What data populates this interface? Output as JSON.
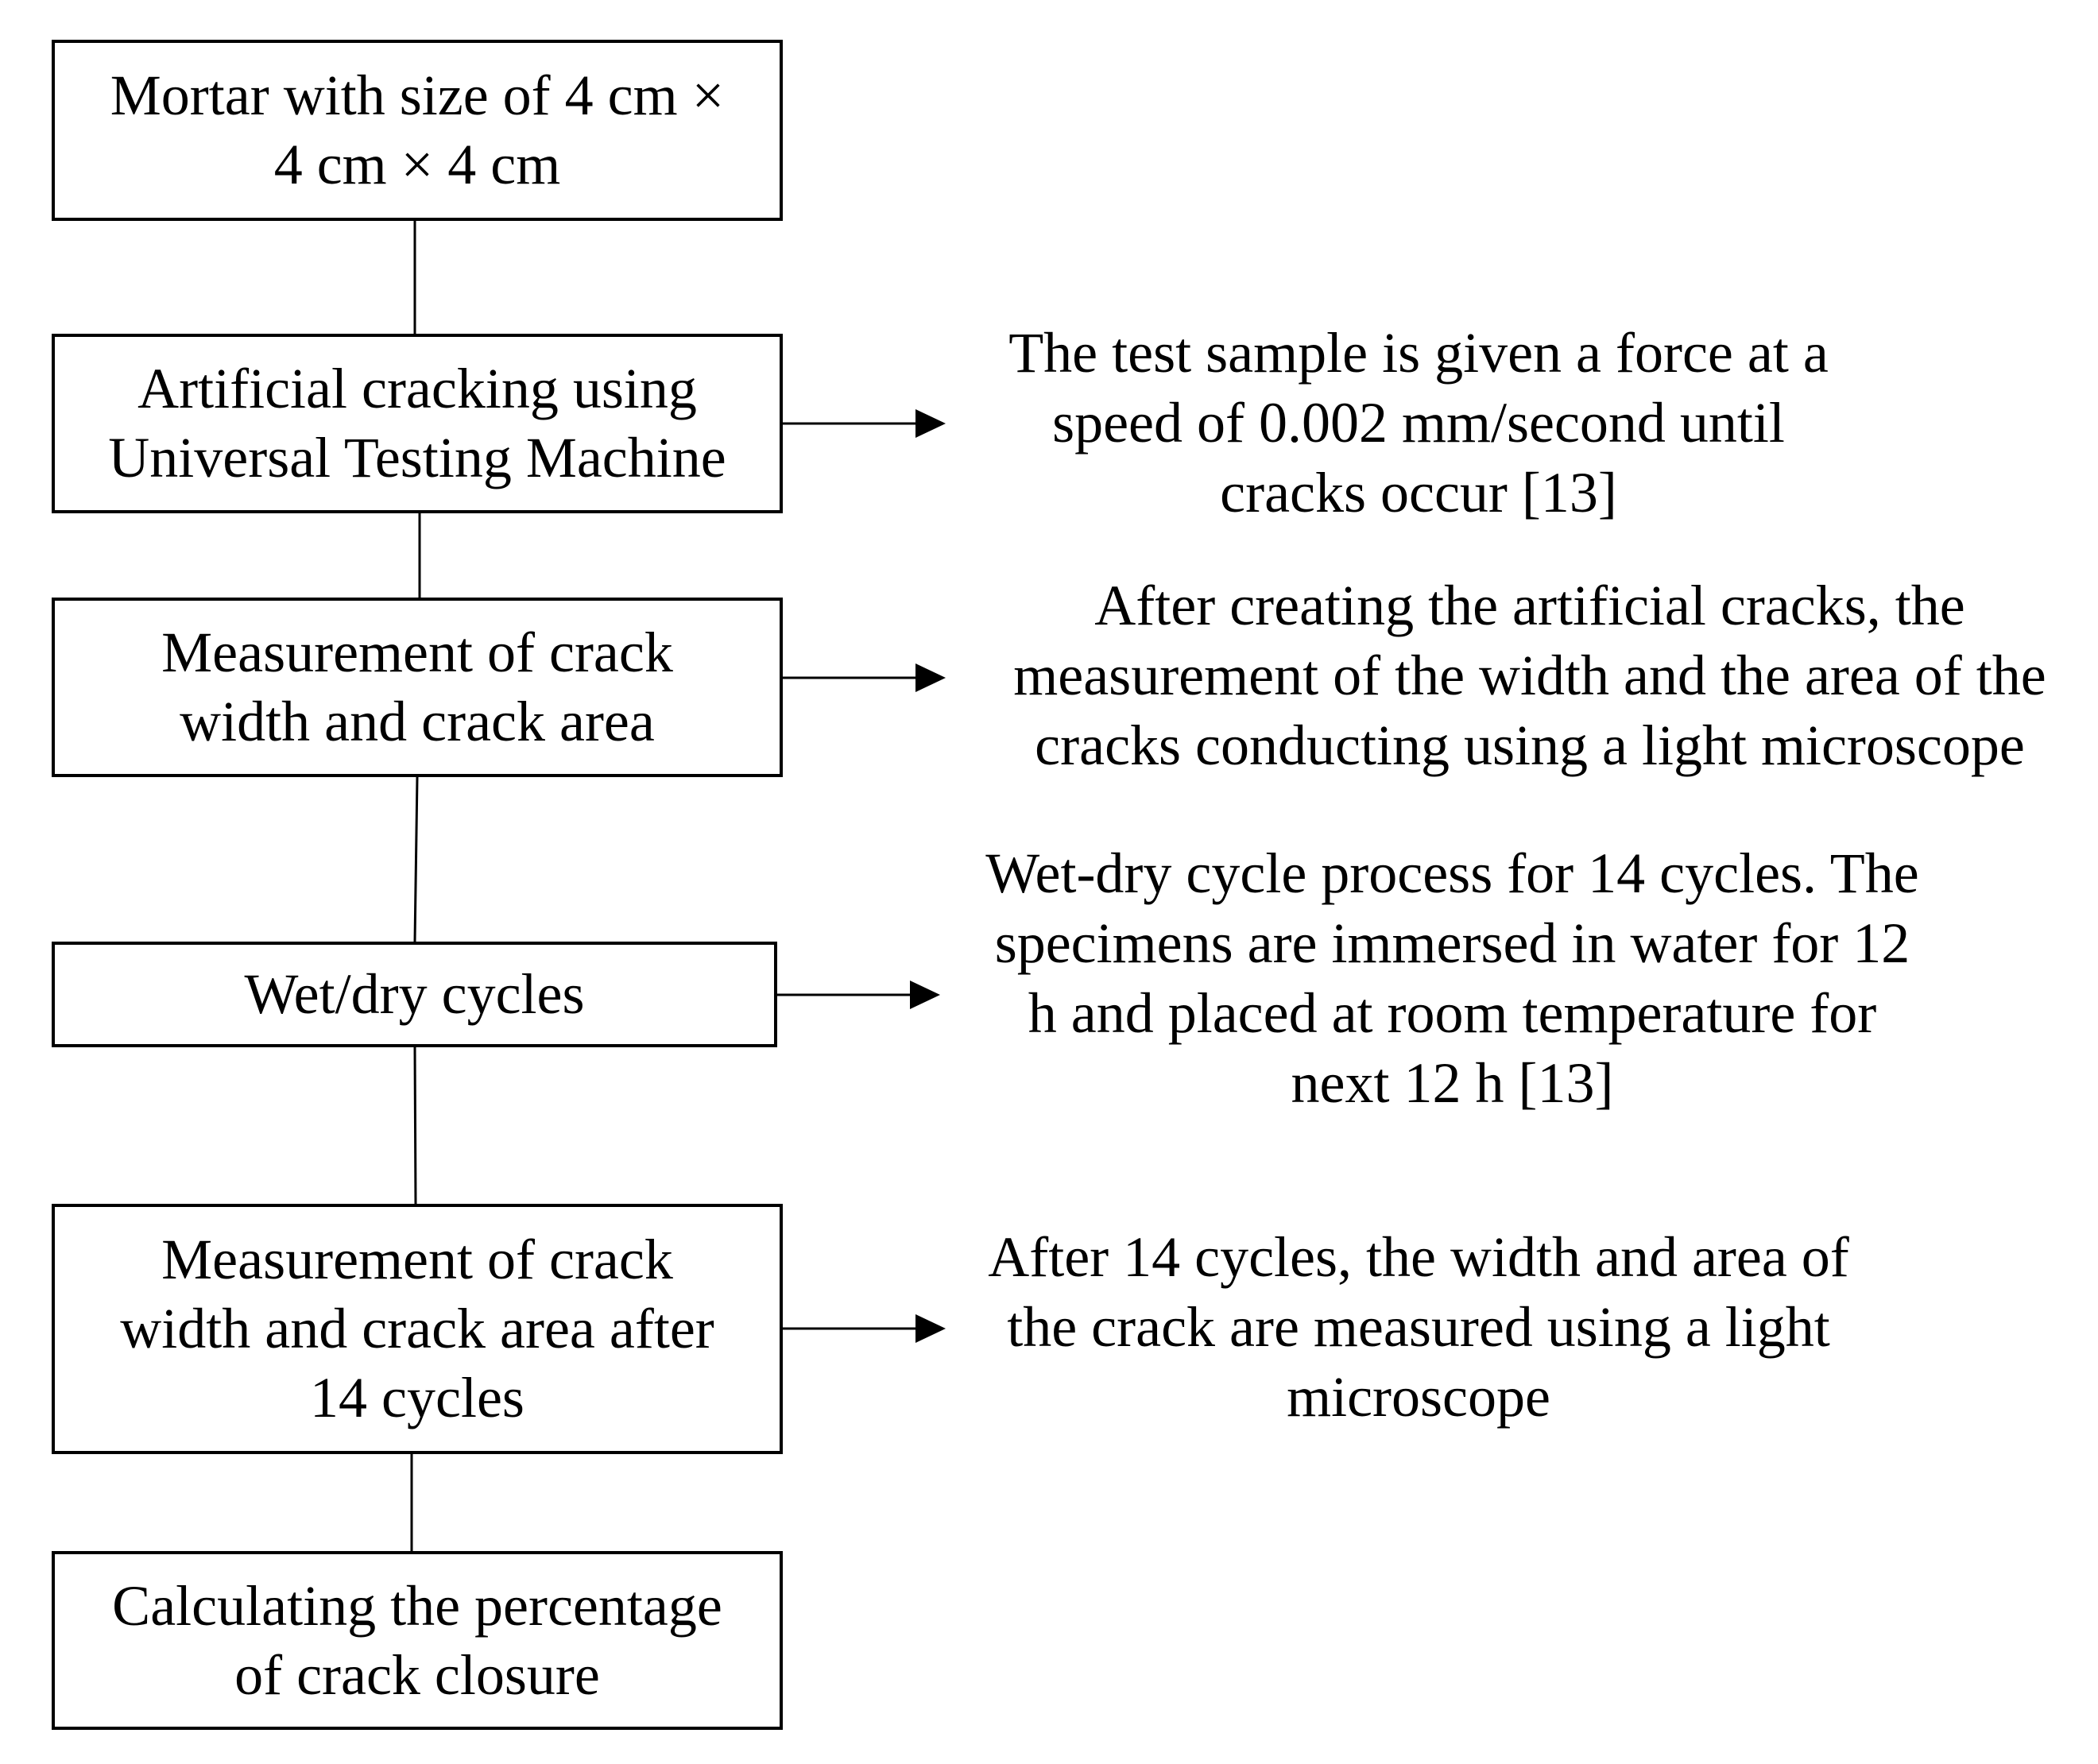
{
  "flowchart": {
    "steps": [
      {
        "label": "Mortar with size of 4 cm ×\n4 cm × 4 cm"
      },
      {
        "label": "Artificial  cracking  using\nUniversal  Testing  Machine"
      },
      {
        "label": "Measurement of crack\nwidth and crack area"
      },
      {
        "label": "Wet/dry cycles"
      },
      {
        "label": "Measurement of crack\nwidth and crack area after\n14 cycles"
      },
      {
        "label": "Calculating  the percentage\nof crack closure"
      }
    ],
    "notes": [
      {
        "text": "The test sample is given a force at a\nspeed of 0.002  mm/second until\ncracks occur [13]"
      },
      {
        "text": "After creating the artificial  cracks, the\nmeasurement of the width and the area of the\ncracks conducting using a light microscope"
      },
      {
        "text": "Wet-dry cycle process for 14 cycles. The\nspecimens are immersed in water for 12\nh and placed at room temperature for\nnext 12 h [13]"
      },
      {
        "text": "After 14 cycles, the width and area of\nthe crack are measured using a light\nmicroscope"
      }
    ]
  }
}
